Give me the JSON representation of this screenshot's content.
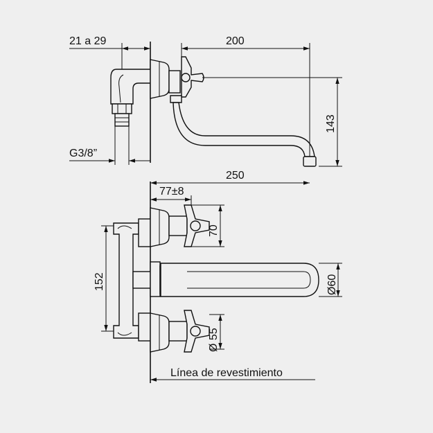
{
  "dimensions": {
    "wall_offset": "21 a 29",
    "spout_reach_top": "200",
    "spout_height": "143",
    "thread": "G3/8”",
    "total_reach": "250",
    "handle_offset": "77±8",
    "handle_height": "70",
    "center_distance": "152",
    "spout_diameter": "Ø60",
    "rosette_diameter": "Ø 55"
  },
  "labels": {
    "wall_line": "Línea de revestimiento"
  }
}
